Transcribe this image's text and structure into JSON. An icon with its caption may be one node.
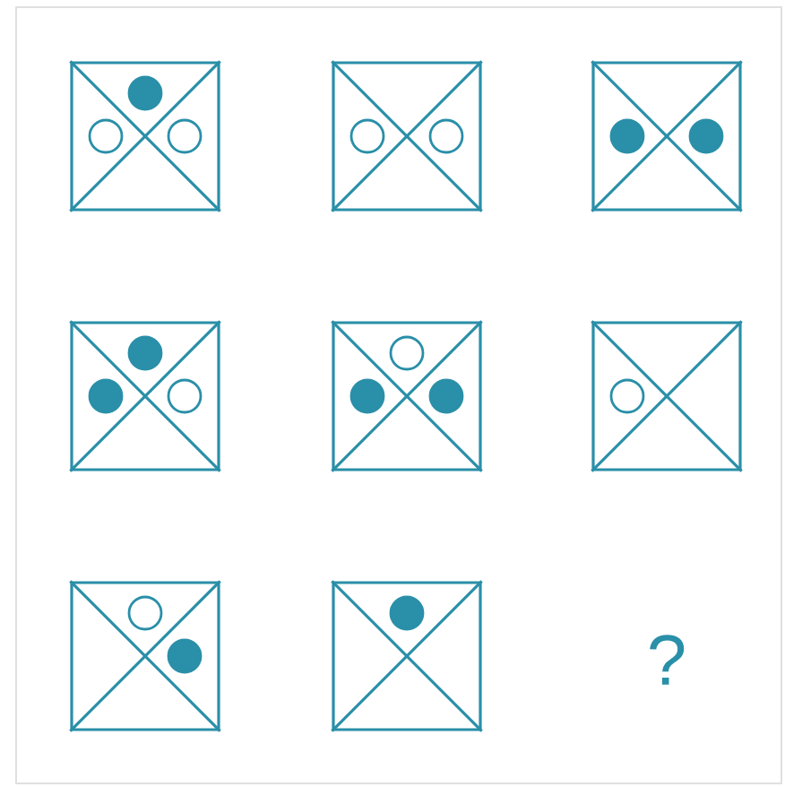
{
  "diagram": {
    "nodes": [
      {
        "text": [],
        "shape": "box"
      },
      {
        "text": [],
        "shape": "circle",
        "in": 0
      },
      {
        "text": [],
        "shape": "circle",
        "in": 0
      },
      {
        "text": [],
        "shape": "circle",
        "in": 0
      },
      {
        "text": [],
        "shape": "box"
      },
      {
        "text": [],
        "shape": "circle",
        "in": 4
      },
      {
        "text": [],
        "shape": "circle",
        "in": 4
      },
      {
        "text": [],
        "shape": "box"
      },
      {
        "text": [],
        "shape": "circle",
        "in": 7
      },
      {
        "text": [],
        "shape": "circle",
        "in": 7
      },
      {
        "text": [],
        "shape": "box"
      },
      {
        "text": [],
        "shape": "circle",
        "in": 10
      },
      {
        "text": [],
        "shape": "circle",
        "in": 10
      },
      {
        "text": [],
        "shape": "circle",
        "in": 10
      },
      {
        "text": [],
        "shape": "box"
      },
      {
        "text": [],
        "shape": "circle",
        "in": 14
      },
      {
        "text": [],
        "shape": "circle",
        "in": 14
      },
      {
        "text": [],
        "shape": "circle",
        "in": 14
      },
      {
        "text": [],
        "shape": "box"
      },
      {
        "text": [],
        "shape": "circle",
        "in": 18
      },
      {
        "text": [],
        "shape": "box"
      },
      {
        "text": [],
        "shape": "circle",
        "in": 20
      },
      {
        "text": [],
        "shape": "circle",
        "in": 20
      },
      {
        "text": [],
        "shape": "box"
      },
      {
        "text": [],
        "shape": "circle",
        "in": 23
      }
    ],
    "labels": [
      "?"
    ]
  }
}
